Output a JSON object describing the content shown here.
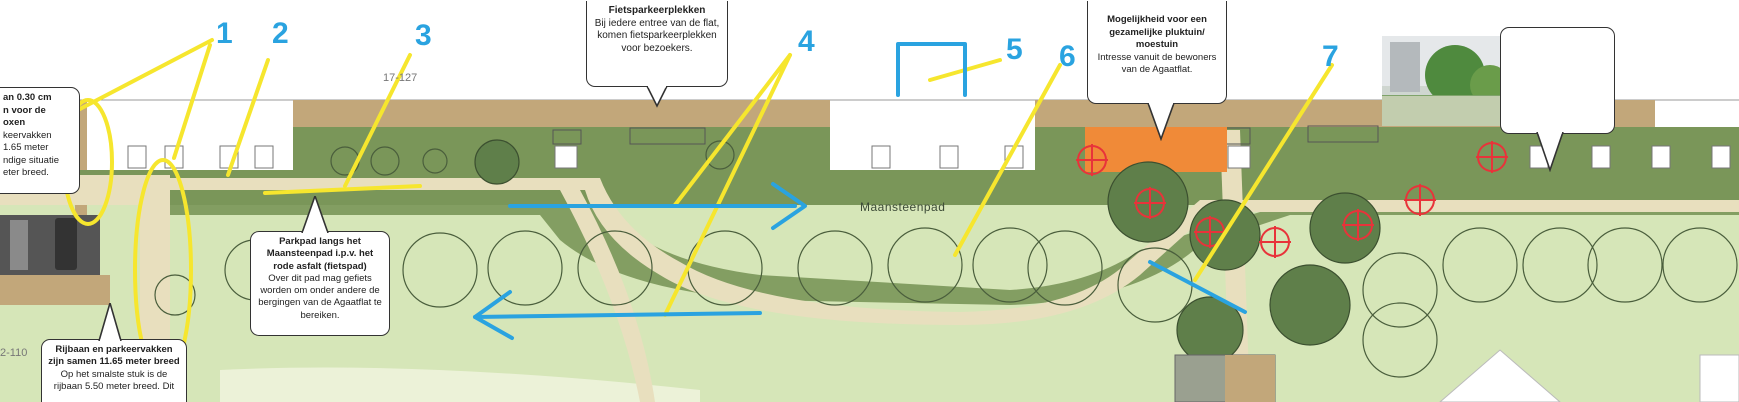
{
  "map": {
    "road_label": "Maansteenpad",
    "plot_numbers": [
      "17-127",
      "2-110"
    ]
  },
  "markers": [
    "1",
    "2",
    "3",
    "4",
    "5",
    "6",
    "7"
  ],
  "callouts": {
    "left": {
      "lines": [
        "an 0.30 cm",
        "n voor de",
        "oxen",
        "keervakken",
        "1.65 meter",
        "ndige situatie",
        "eter breed."
      ]
    },
    "fiets": {
      "title": "Fietsparkeerplekken",
      "text": "Bij iedere entree van de flat, komen fietsparkeerplekken voor bezoekers."
    },
    "pluktuin": {
      "title": "Mogelijkheid voor een gezamelijke pluktuin/ moestuin",
      "text": "Intresse vanuit de bewoners van de Agaatflat."
    },
    "parkpad": {
      "title": "Parkpad langs het Maansteenpad i.p.v. het rode asfalt (fietspad)",
      "text": "Over dit pad mag gefiets worden om onder andere de bergingen van de Agaatflat te bereiken."
    },
    "rijbaan": {
      "title": "Rijbaan en parkeervakken zijn samen 11.65 meter breed",
      "text": "Op het smalste stuk is de rijbaan 5.50 meter breed. Dit"
    }
  },
  "colors": {
    "marker_blue": "#2aa3e0",
    "highlight_yellow": "#f6e62e",
    "tree_dark": "#5f7f4a",
    "park_green": "#d6e6b8",
    "lawn_green": "#7a9659",
    "building_tan": "#c2a77a",
    "pluktuin_orange": "#f08a38",
    "new_tree_red": "#e8333a"
  }
}
